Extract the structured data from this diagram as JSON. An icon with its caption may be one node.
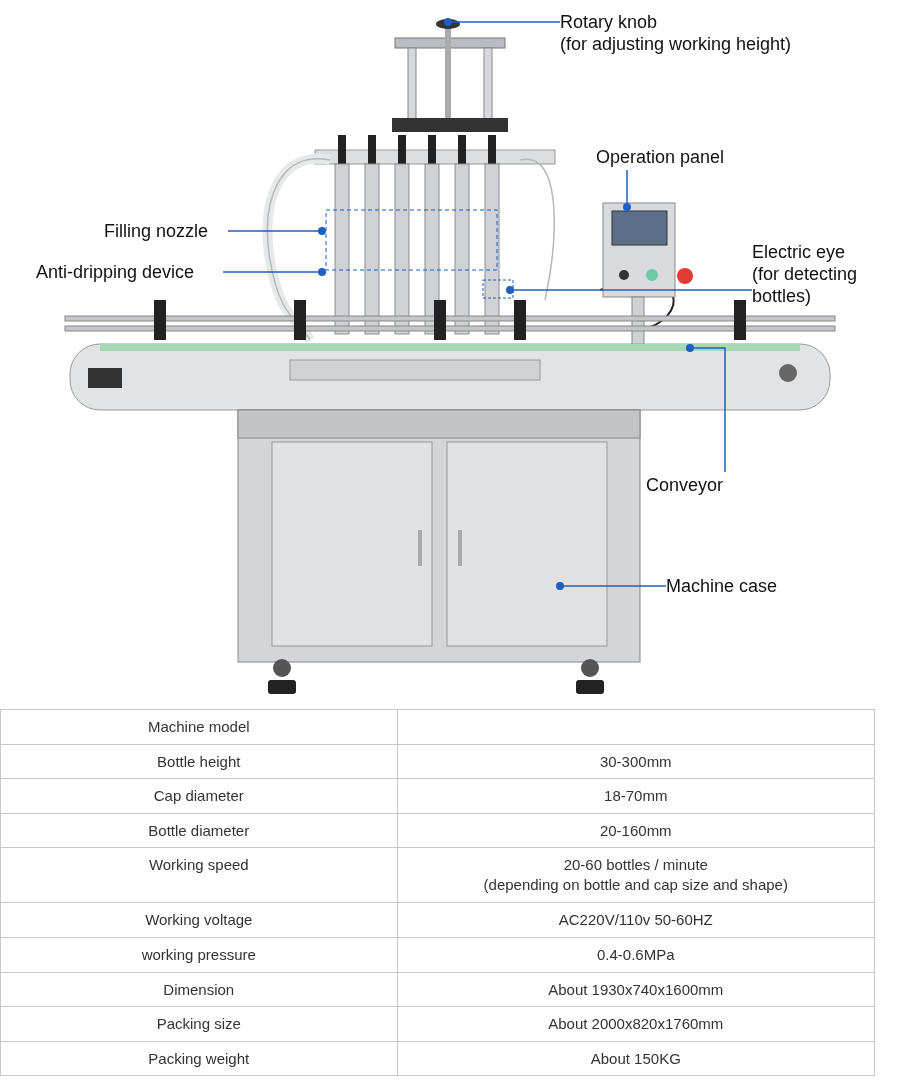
{
  "diagram": {
    "nodes": [
      {
        "text": [
          "Rotary knob",
          "(for adjusting working height)"
        ]
      },
      {
        "text": [],
        "shape": "circle"
      },
      {
        "text": [
          "Operation panel"
        ]
      },
      {
        "text": [],
        "shape": "circle"
      },
      {
        "text": [
          "Filling nozzle"
        ]
      },
      {
        "text": [],
        "shape": "circle"
      },
      {
        "text": [
          "Anti-dripping device"
        ]
      },
      {
        "text": [],
        "shape": "circle"
      },
      {
        "text": [
          "Electric eye",
          "(for detecting bottles)"
        ]
      },
      {
        "text": [],
        "shape": "circle"
      },
      {
        "text": [
          "Conveyor"
        ]
      },
      {
        "text": [],
        "shape": "circle"
      },
      {
        "text": [
          "Machine case"
        ]
      },
      {
        "text": [],
        "shape": "circle"
      }
    ],
    "edges": [
      {
        "from": 0,
        "to": 1,
        "arrow": "none"
      },
      {
        "from": 2,
        "to": 3,
        "arrow": "none"
      },
      {
        "from": 4,
        "to": 5,
        "arrow": "none"
      },
      {
        "from": 6,
        "to": 7,
        "arrow": "none"
      },
      {
        "from": 8,
        "to": 9,
        "arrow": "none"
      },
      {
        "from": 10,
        "to": 11,
        "arrow": "none"
      },
      {
        "from": 12,
        "to": 13,
        "arrow": "none"
      }
    ],
    "labels": [
      "Machine model",
      "Bottle height",
      "30-300mm",
      "Cap diameter",
      "18-70mm",
      "Bottle diameter",
      "20-160mm",
      "Working speed",
      "20-60 bottles / minute",
      "(depending on bottle and cap size and shape)",
      "Working voltage",
      "AC220V/110v 50-60HZ",
      "working pressure",
      "0.4-0.6MPa",
      "Dimension",
      "About 1930x740x1600mm",
      "Packing size",
      "About 2000x820x1760mm",
      "Packing weight",
      "About 150KG"
    ]
  }
}
